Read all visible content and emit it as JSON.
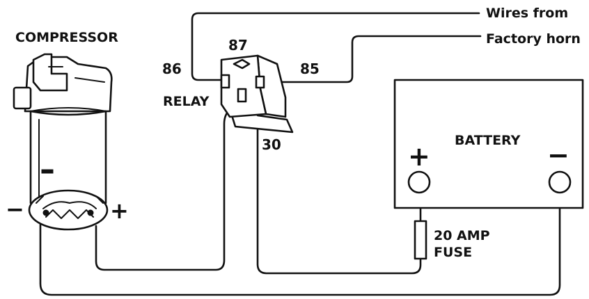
{
  "labels": {
    "compressor": "COMPRESSOR",
    "wires_from": "Wires from",
    "factory_horn": "Factory horn",
    "relay": "RELAY",
    "battery": "BATTERY",
    "fuse_line1": "20 AMP",
    "fuse_line2": "FUSE",
    "pin_86": "86",
    "pin_87": "87",
    "pin_85": "85",
    "pin_30": "30"
  },
  "symbols": {
    "compressor_negative": "−",
    "compressor_positive": "+",
    "battery_positive": "+",
    "battery_negative": "−"
  }
}
